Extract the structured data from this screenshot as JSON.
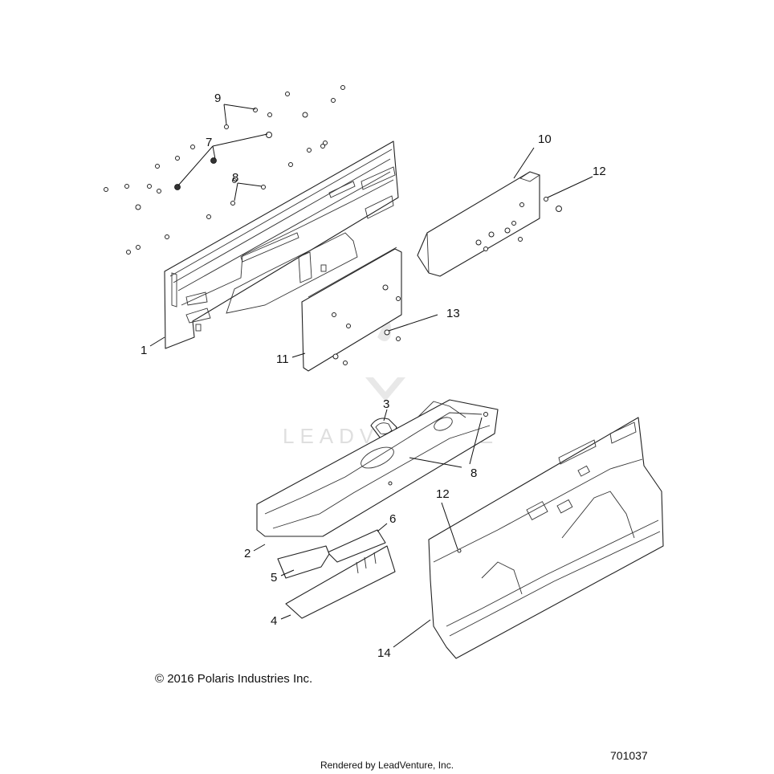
{
  "diagram": {
    "callouts": {
      "c1": "1",
      "c2": "2",
      "c3": "3",
      "c4": "4",
      "c5": "5",
      "c6": "6",
      "c7": "7",
      "c8a": "8",
      "c8b": "8",
      "c9": "9",
      "c10": "10",
      "c11": "11",
      "c12a": "12",
      "c12b": "12",
      "c13": "13",
      "c14": "14"
    },
    "watermark": "LEADVENTURE"
  },
  "footer": {
    "copyright": "© 2016 Polaris Industries Inc.",
    "rendered_by": "Rendered by LeadVenture, Inc.",
    "diagram_number": "701037"
  }
}
